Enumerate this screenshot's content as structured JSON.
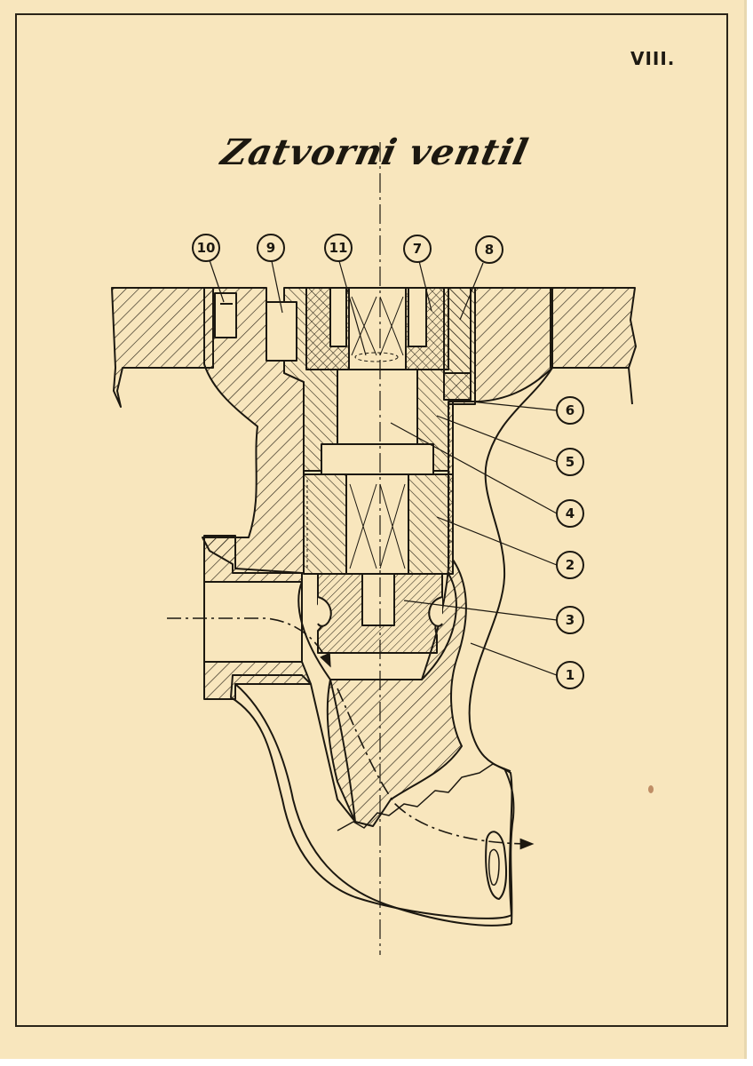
{
  "sheet_number": "VIII.",
  "title": "Zatvorni ventil",
  "callouts": [
    {
      "label": "10"
    },
    {
      "label": "9"
    },
    {
      "label": "11"
    },
    {
      "label": "7"
    },
    {
      "label": "8"
    },
    {
      "label": "6"
    },
    {
      "label": "5"
    },
    {
      "label": "4"
    },
    {
      "label": "2"
    },
    {
      "label": "3"
    },
    {
      "label": "1"
    }
  ],
  "colors": {
    "paper": "#f8e6bd",
    "ink": "#1c1810"
  }
}
